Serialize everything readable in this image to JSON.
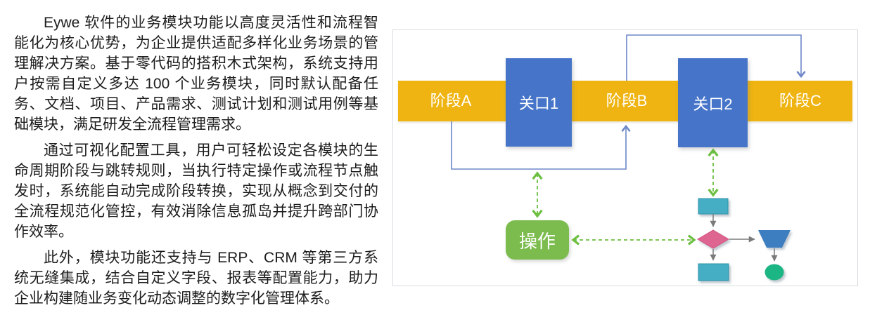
{
  "article": {
    "paragraphs": [
      "Eywe 软件的业务模块功能以高度灵活性和流程智能化为核心优势，为企业提供适配多样化业务场景的管理解决方案。基于零代码的搭积木式架构，系统支持用户按需自定义多达 100 个业务模块，同时默认配备任务、文档、项目、产品需求、测试计划和测试用例等基础模块，满足研发全流程管理需求。",
      "通过可视化配置工具，用户可轻松设定各模块的生命周期阶段与跳转规则，当执行特定操作或流程节点触发时，系统能自动完成阶段转换，实现从概念到交付的全流程规范化管控，有效消除信息孤岛并提升跨部门协作效率。",
      "此外，模块功能还支持与 ERP、CRM 等第三方系统无缝集成，结合自定义字段、报表等配置能力，助力企业构建随业务变化动态调整的数字化管理体系。"
    ]
  },
  "diagram": {
    "stages": [
      {
        "label": "阶段A"
      },
      {
        "label": "阶段B"
      },
      {
        "label": "阶段C"
      }
    ],
    "gates": [
      {
        "label": "关口1"
      },
      {
        "label": "关口2"
      }
    ],
    "operation": {
      "label": "操作"
    },
    "colors": {
      "stage_bar": "#efb411",
      "gate_box": "#4674c9",
      "operation_box": "#7cbc4e",
      "blue_connector": "#6d87c8",
      "green_dashed_connector": "#6cbf41",
      "gray_connector": "#7a7a7a",
      "process_node": "#44aec5",
      "decision_node": "#dd6590",
      "funnel_node": "#3e7ec1",
      "end_node": "#1cb584"
    }
  }
}
